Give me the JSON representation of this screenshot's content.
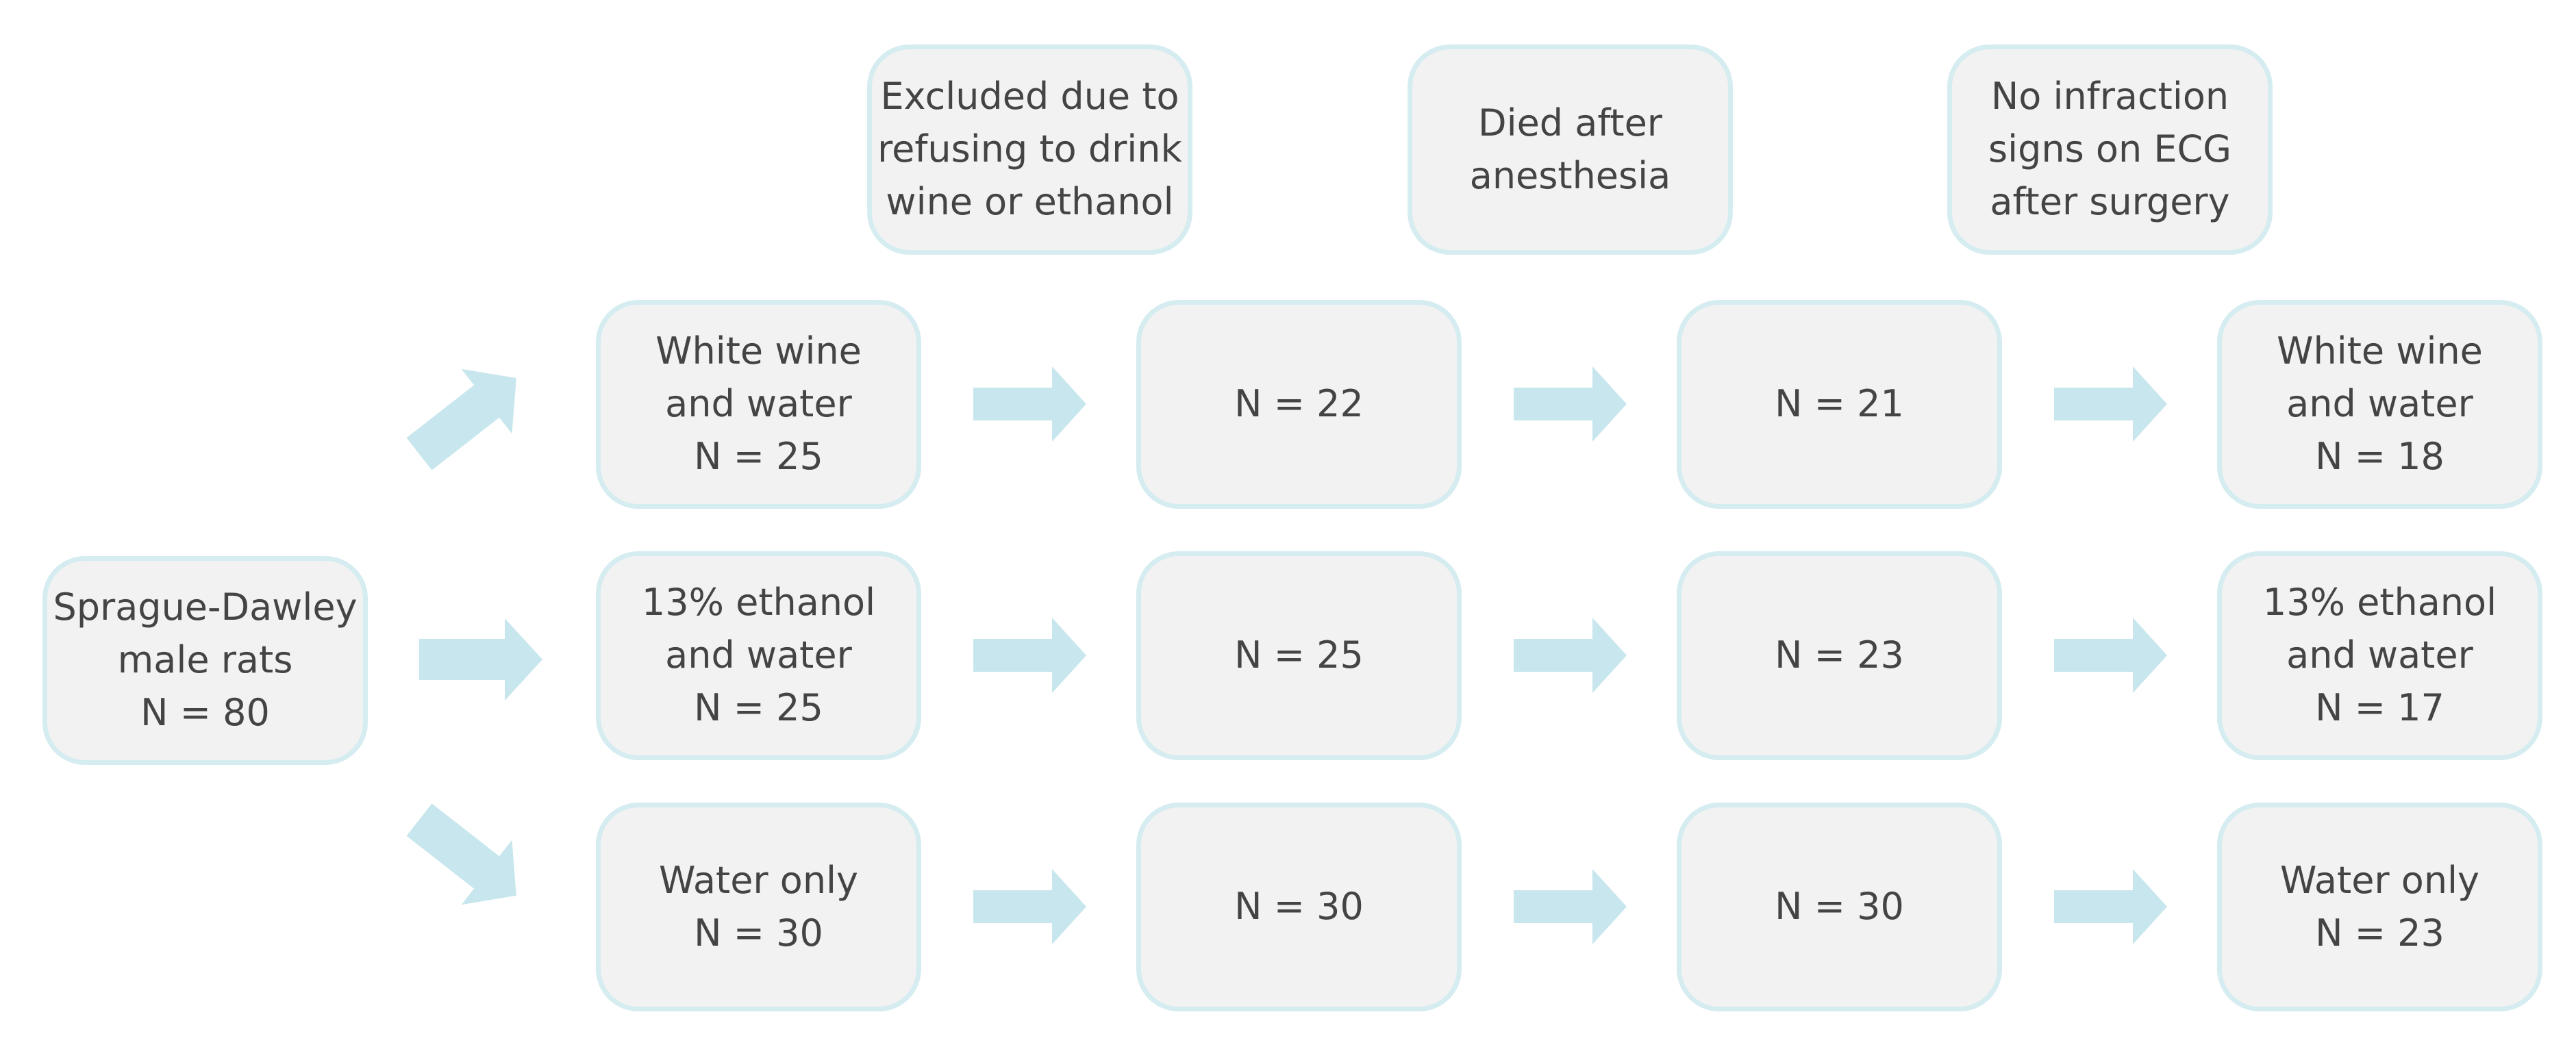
{
  "start": {
    "lines": [
      "Sprague-Dawley",
      "male rats",
      "N = 80"
    ]
  },
  "exclusions": [
    {
      "lines": [
        "Excluded due to",
        "refusing to drink",
        "wine or ethanol"
      ]
    },
    {
      "lines": [
        "Died after",
        "anesthesia"
      ]
    },
    {
      "lines": [
        "No infraction",
        "signs on ECG",
        "after surgery"
      ]
    }
  ],
  "rows": [
    [
      {
        "lines": [
          "White wine",
          "and water",
          "N = 25"
        ]
      },
      {
        "lines": [
          "N = 22"
        ]
      },
      {
        "lines": [
          "N = 21"
        ]
      },
      {
        "lines": [
          "White wine",
          "and water",
          "N = 18"
        ]
      }
    ],
    [
      {
        "lines": [
          "13% ethanol",
          "and water",
          "N = 25"
        ]
      },
      {
        "lines": [
          "N = 25"
        ]
      },
      {
        "lines": [
          "N = 23"
        ]
      },
      {
        "lines": [
          "13% ethanol",
          "and water",
          "N = 17"
        ]
      }
    ],
    [
      {
        "lines": [
          "Water only",
          "N = 30"
        ]
      },
      {
        "lines": [
          "N = 30"
        ]
      },
      {
        "lines": [
          "N = 30"
        ]
      },
      {
        "lines": [
          "Water only",
          "N = 23"
        ]
      }
    ]
  ],
  "colors": {
    "box_fill": "#f2f2f2",
    "box_border": "#d5ecf0",
    "arrow": "#c8e6ed",
    "text": "#444444"
  }
}
